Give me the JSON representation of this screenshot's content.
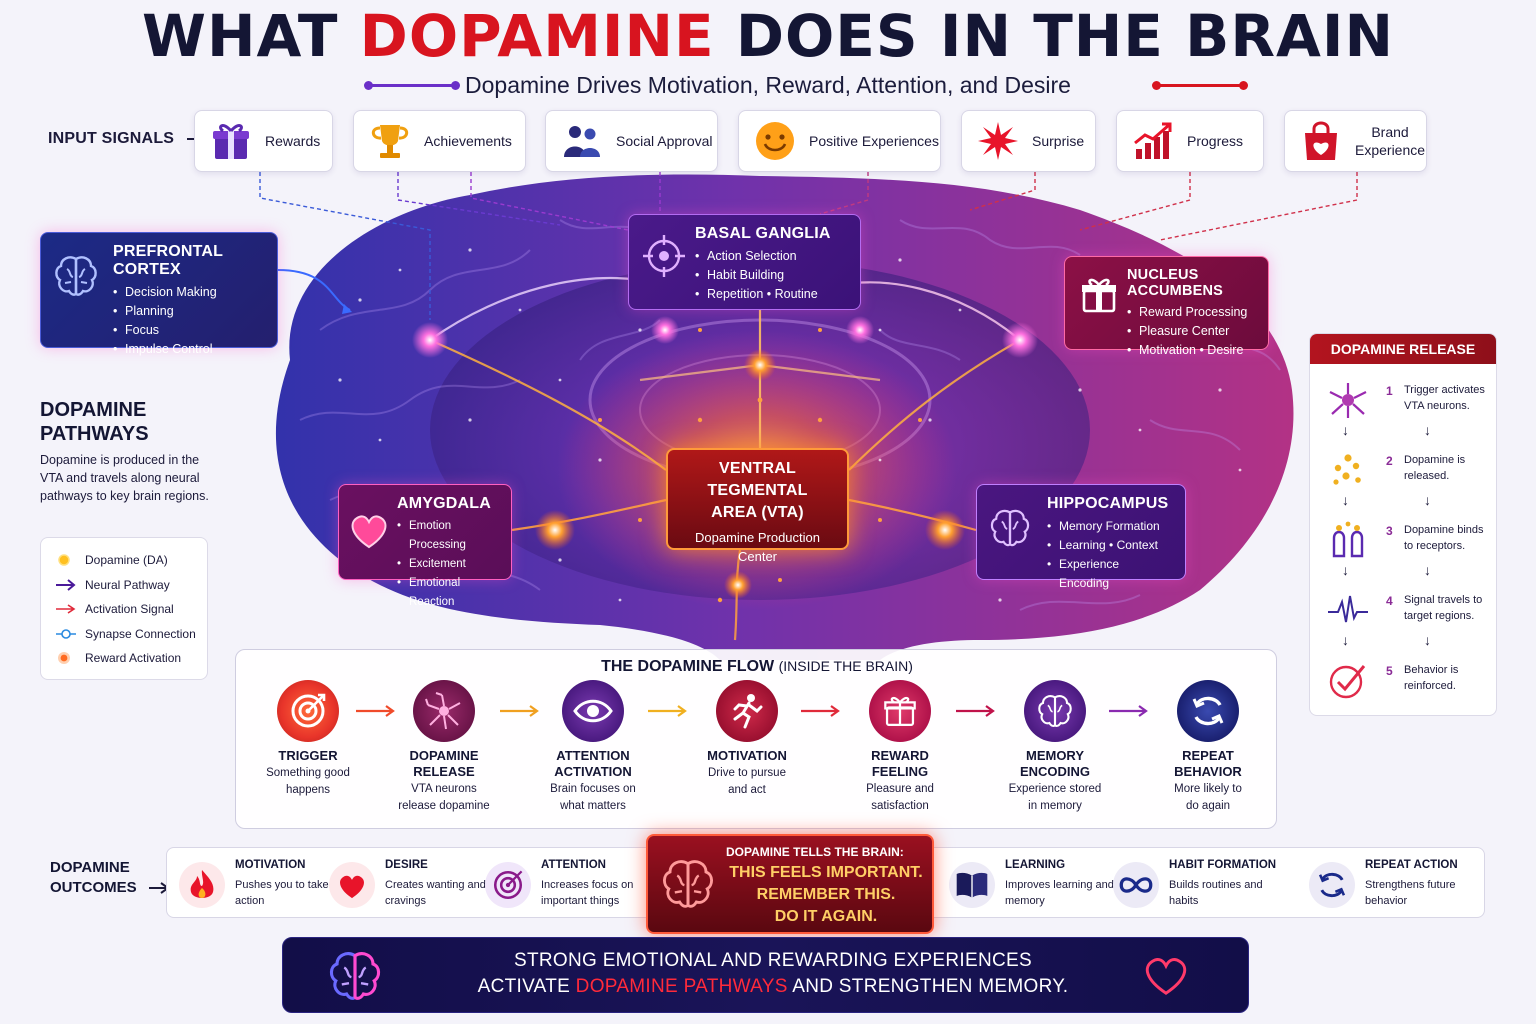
{
  "header": {
    "title_part1": "WHAT ",
    "title_accent": "DOPAMINE",
    "title_part2": " DOES IN THE BRAIN",
    "subtitle": "Dopamine Drives Motivation, Reward, Attention, and Desire"
  },
  "colors": {
    "accent_red": "#d8141f",
    "accent_purple": "#6a2fc8",
    "navy": "#141634"
  },
  "input_signals": {
    "label": "INPUT SIGNALS",
    "items": [
      {
        "label": "Rewards",
        "icon": "gift-icon"
      },
      {
        "label": "Achievements",
        "icon": "trophy-icon"
      },
      {
        "label": "Social Approval",
        "icon": "people-icon"
      },
      {
        "label": "Positive Experiences",
        "icon": "smiley-icon"
      },
      {
        "label": "Surprise",
        "icon": "starburst-icon"
      },
      {
        "label": "Progress",
        "icon": "growth-chart-icon"
      },
      {
        "label": "Brand Experience",
        "icon": "shopping-bag-icon"
      }
    ]
  },
  "regions": {
    "pfc": {
      "title": "PREFRONTAL CORTEX",
      "items": [
        "Decision Making",
        "Planning",
        "Focus",
        "Impulse Control"
      ]
    },
    "bg": {
      "title": "BASAL GANGLIA",
      "items": [
        "Action Selection",
        "Habit Building",
        "Repetition • Routine"
      ]
    },
    "na": {
      "title": "NUCLEUS ACCUMBENS",
      "items": [
        "Reward Processing",
        "Pleasure Center",
        "Motivation • Desire"
      ]
    },
    "amy": {
      "title": "AMYGDALA",
      "items": [
        "Emotion Processing",
        "Excitement",
        "Emotional Reaction"
      ]
    },
    "hip": {
      "title": "HIPPOCAMPUS",
      "items": [
        "Memory Formation",
        "Learning • Context",
        "Experience Encoding"
      ]
    },
    "vta": {
      "title_line1": "VENTRAL TEGMENTAL",
      "title_line2": "AREA (VTA)",
      "desc_line1": "Dopamine Production",
      "desc_line2": "Center"
    }
  },
  "pathways": {
    "title_line1": "DOPAMINE",
    "title_line2": "PATHWAYS",
    "description": "Dopamine is produced in the VTA and travels along neural pathways to key brain regions."
  },
  "legend": [
    {
      "label": "Dopamine (DA)",
      "icon": "dot-icon"
    },
    {
      "label": "Neural Pathway",
      "icon": "purple-arrow-icon"
    },
    {
      "label": "Activation Signal",
      "icon": "red-arrow-icon"
    },
    {
      "label": "Synapse Connection",
      "icon": "synapse-icon"
    },
    {
      "label": "Reward Activation",
      "icon": "glow-dot-icon"
    }
  ],
  "release": {
    "title": "DOPAMINE RELEASE",
    "steps": [
      {
        "num": "1",
        "text": "Trigger activates VTA neurons.",
        "icon": "neuron-icon"
      },
      {
        "num": "2",
        "text": "Dopamine is released.",
        "icon": "dots-icon"
      },
      {
        "num": "3",
        "text": "Dopamine binds to receptors.",
        "icon": "receptor-icon"
      },
      {
        "num": "4",
        "text": "Signal travels to target regions.",
        "icon": "signal-wave-icon"
      },
      {
        "num": "5",
        "text": "Behavior is reinforced.",
        "icon": "check-icon"
      }
    ]
  },
  "flow": {
    "title": "THE DOPAMINE FLOW",
    "title_small": "(INSIDE THE BRAIN)",
    "steps": [
      {
        "title_line1": "TRIGGER",
        "title_line2": "",
        "desc_line1": "Something good",
        "desc_line2": "happens",
        "icon": "target-icon",
        "color": "#e8342a"
      },
      {
        "title_line1": "DOPAMINE",
        "title_line2": "RELEASE",
        "desc_line1": "VTA neurons",
        "desc_line2": "release dopamine",
        "icon": "neuron-icon",
        "color": "#7a1a5a"
      },
      {
        "title_line1": "ATTENTION",
        "title_line2": "ACTIVATION",
        "desc_line1": "Brain focuses on",
        "desc_line2": "what matters",
        "icon": "eye-icon",
        "color": "#5a1a8a"
      },
      {
        "title_line1": "MOTIVATION",
        "title_line2": "",
        "desc_line1": "Drive to pursue",
        "desc_line2": "and act",
        "icon": "runner-icon",
        "color": "#a0123a"
      },
      {
        "title_line1": "REWARD",
        "title_line2": "FEELING",
        "desc_line1": "Pleasure and",
        "desc_line2": "satisfaction",
        "icon": "gift-icon",
        "color": "#b0124a"
      },
      {
        "title_line1": "MEMORY",
        "title_line2": "ENCODING",
        "desc_line1": "Experience stored",
        "desc_line2": "in memory",
        "icon": "brain-icon",
        "color": "#5a1a8a"
      },
      {
        "title_line1": "REPEAT",
        "title_line2": "BEHAVIOR",
        "desc_line1": "More likely to",
        "desc_line2": "do again",
        "icon": "repeat-icon",
        "color": "#1a2a8a"
      }
    ]
  },
  "outcomes": {
    "label_line1": "DOPAMINE",
    "label_line2": "OUTCOMES",
    "items": [
      {
        "title": "MOTIVATION",
        "desc": "Pushes you to take action",
        "icon": "flame-icon"
      },
      {
        "title": "DESIRE",
        "desc": "Creates wanting and cravings",
        "icon": "heart-icon"
      },
      {
        "title": "ATTENTION",
        "desc": "Increases focus on important things",
        "icon": "target-icon"
      },
      {
        "title": "LEARNING",
        "desc": "Improves learning and memory",
        "icon": "book-icon"
      },
      {
        "title": "HABIT FORMATION",
        "desc": "Builds routines and habits",
        "icon": "infinity-icon"
      },
      {
        "title": "REPEAT ACTION",
        "desc": "Strengthens future behavior",
        "icon": "repeat-icon"
      }
    ],
    "tells": {
      "top": "DOPAMINE TELLS THE BRAIN:",
      "line1": "THIS FEELS IMPORTANT.",
      "line2": "REMEMBER THIS.",
      "line3": "DO IT AGAIN."
    }
  },
  "banner": {
    "line1": "STRONG EMOTIONAL AND REWARDING EXPERIENCES",
    "line2_part1": "ACTIVATE ",
    "line2_red": "DOPAMINE PATHWAYS",
    "line2_part2": " AND STRENGTHEN MEMORY."
  }
}
